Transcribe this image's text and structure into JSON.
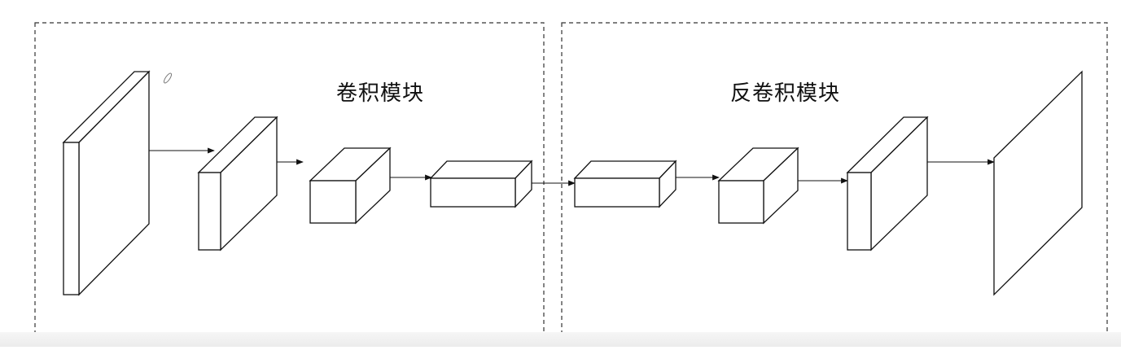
{
  "modules": {
    "conv": {
      "label": "卷积模块"
    },
    "deconv": {
      "label": "反卷积模块"
    }
  },
  "colors": {
    "stroke": "#111111",
    "box_fill": "#ffffff",
    "dashed_border": "#333333"
  },
  "blocks": [
    {
      "name": "input-feature-block",
      "module": "conv"
    },
    {
      "name": "conv-block-1",
      "module": "conv"
    },
    {
      "name": "conv-block-2",
      "module": "conv"
    },
    {
      "name": "conv-block-3",
      "module": "conv"
    },
    {
      "name": "deconv-block-1",
      "module": "deconv"
    },
    {
      "name": "deconv-block-2",
      "module": "deconv"
    },
    {
      "name": "deconv-block-3",
      "module": "deconv"
    },
    {
      "name": "output-plane",
      "module": "deconv"
    }
  ]
}
